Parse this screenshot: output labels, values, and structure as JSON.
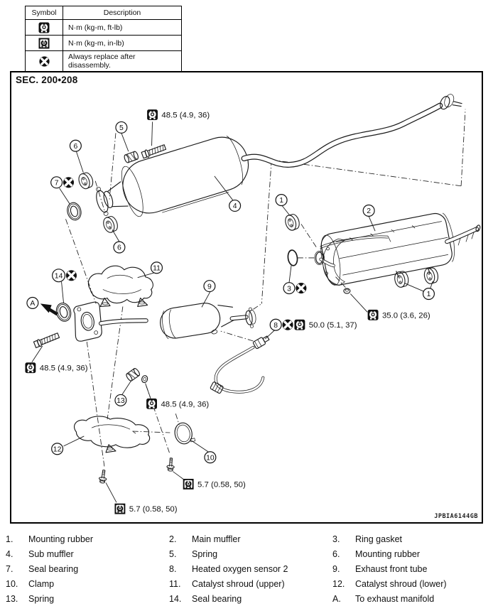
{
  "legend": {
    "headers": {
      "symbol": "Symbol",
      "description": "Description"
    },
    "rows": [
      {
        "icon": "torque-ftlb-icon",
        "description": "N·m (kg-m, ft-lb)"
      },
      {
        "icon": "torque-inlb-icon",
        "description": "N·m (kg-m, in-lb)"
      },
      {
        "icon": "replace-icon",
        "description": "Always replace after disassembly."
      }
    ]
  },
  "diagram": {
    "section_label": "SEC. 200•208",
    "figure_code": "JPBIA6144GB",
    "callout_labels": {
      "c1": "1",
      "c2": "2",
      "c3": "3",
      "c4": "4",
      "c5": "5",
      "c6": "6",
      "c7": "7",
      "c8": "8",
      "c9": "9",
      "c10": "10",
      "c11": "11",
      "c12": "12",
      "c13": "13",
      "c14": "14",
      "cA": "A"
    },
    "torques": [
      {
        "id": "sub-muffler-bolt",
        "symbol": "ft-lb",
        "value": "48.5 (4.9, 36)"
      },
      {
        "id": "main-muffler-nut",
        "symbol": "ft-lb",
        "value": "35.0 (3.6, 26)"
      },
      {
        "id": "heated-oxygen-sensor",
        "symbol": "ft-lb",
        "value": "50.0 (5.1, 37)"
      },
      {
        "id": "front-tube-flange-bolt",
        "symbol": "ft-lb",
        "value": "48.5 (4.9, 36)"
      },
      {
        "id": "spring-bolt-nut",
        "symbol": "ft-lb",
        "value": "48.5 (4.9, 36)"
      },
      {
        "id": "clamp-bolt",
        "symbol": "in-lb",
        "value": "5.7 (0.58, 50)"
      },
      {
        "id": "shroud-bolt",
        "symbol": "in-lb",
        "value": "5.7 (0.58, 50)"
      }
    ]
  },
  "parts_list": {
    "items": [
      {
        "num": "1.",
        "name": "Mounting rubber"
      },
      {
        "num": "2.",
        "name": "Main muffler"
      },
      {
        "num": "3.",
        "name": "Ring gasket"
      },
      {
        "num": "4.",
        "name": "Sub muffler"
      },
      {
        "num": "5.",
        "name": "Spring"
      },
      {
        "num": "6.",
        "name": "Mounting rubber"
      },
      {
        "num": "7.",
        "name": "Seal bearing"
      },
      {
        "num": "8.",
        "name": "Heated oxygen sensor 2"
      },
      {
        "num": "9.",
        "name": "Exhaust front tube"
      },
      {
        "num": "10.",
        "name": "Clamp"
      },
      {
        "num": "11.",
        "name": "Catalyst shroud (upper)"
      },
      {
        "num": "12.",
        "name": "Catalyst shroud (lower)"
      },
      {
        "num": "13.",
        "name": "Spring"
      },
      {
        "num": "14.",
        "name": "Seal bearing"
      },
      {
        "num": "A.",
        "name": "To exhaust manifold"
      }
    ]
  }
}
